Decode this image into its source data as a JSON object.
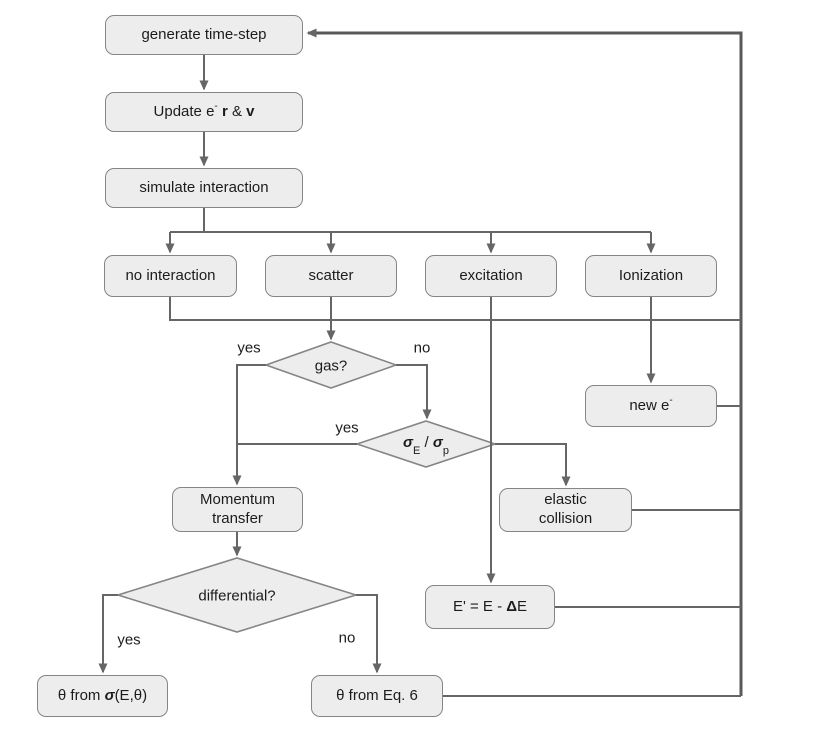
{
  "colors": {
    "box_fill": "#ededed",
    "box_border": "#858585",
    "line": "#666666",
    "loop": "#595959",
    "text": "#1c1c1c",
    "bg": "#ffffff"
  },
  "nodes": {
    "generate": {
      "label": "generate time-step"
    },
    "update": {
      "t1": "Update e",
      "sup": "-",
      "t2": " ",
      "b1": "r",
      "t3": " & ",
      "b2": "v"
    },
    "simulate": {
      "label": "simulate interaction"
    },
    "no_interaction": {
      "label": "no interaction"
    },
    "scatter": {
      "label": "scatter"
    },
    "excitation": {
      "label": "excitation"
    },
    "ionization": {
      "label": "Ionization"
    },
    "new_electron": {
      "t": "new e",
      "sup": "-"
    },
    "momentum": {
      "line1": "Momentum",
      "line2": "transfer"
    },
    "elastic": {
      "line1": "elastic",
      "line2": "collision"
    },
    "energy_update": {
      "t1": "E' = E - ",
      "b": "Δ",
      "t2": "E"
    },
    "theta_sigma": {
      "t1": "θ from ",
      "sigma": "σ",
      "t2": "(E,θ)"
    },
    "theta_eq6": {
      "label": "θ from Eq. 6"
    }
  },
  "decisions": {
    "gas": {
      "label": "gas?"
    },
    "sigma": {
      "s1": "σ",
      "sub1": "E",
      "mid": " / ",
      "s2": "σ",
      "sub2": "p"
    },
    "differential": {
      "label": "differential?"
    }
  },
  "branches": {
    "gas_yes": "yes",
    "gas_no": "no",
    "sigma_yes": "yes",
    "diff_yes": "yes",
    "diff_no": "no"
  }
}
